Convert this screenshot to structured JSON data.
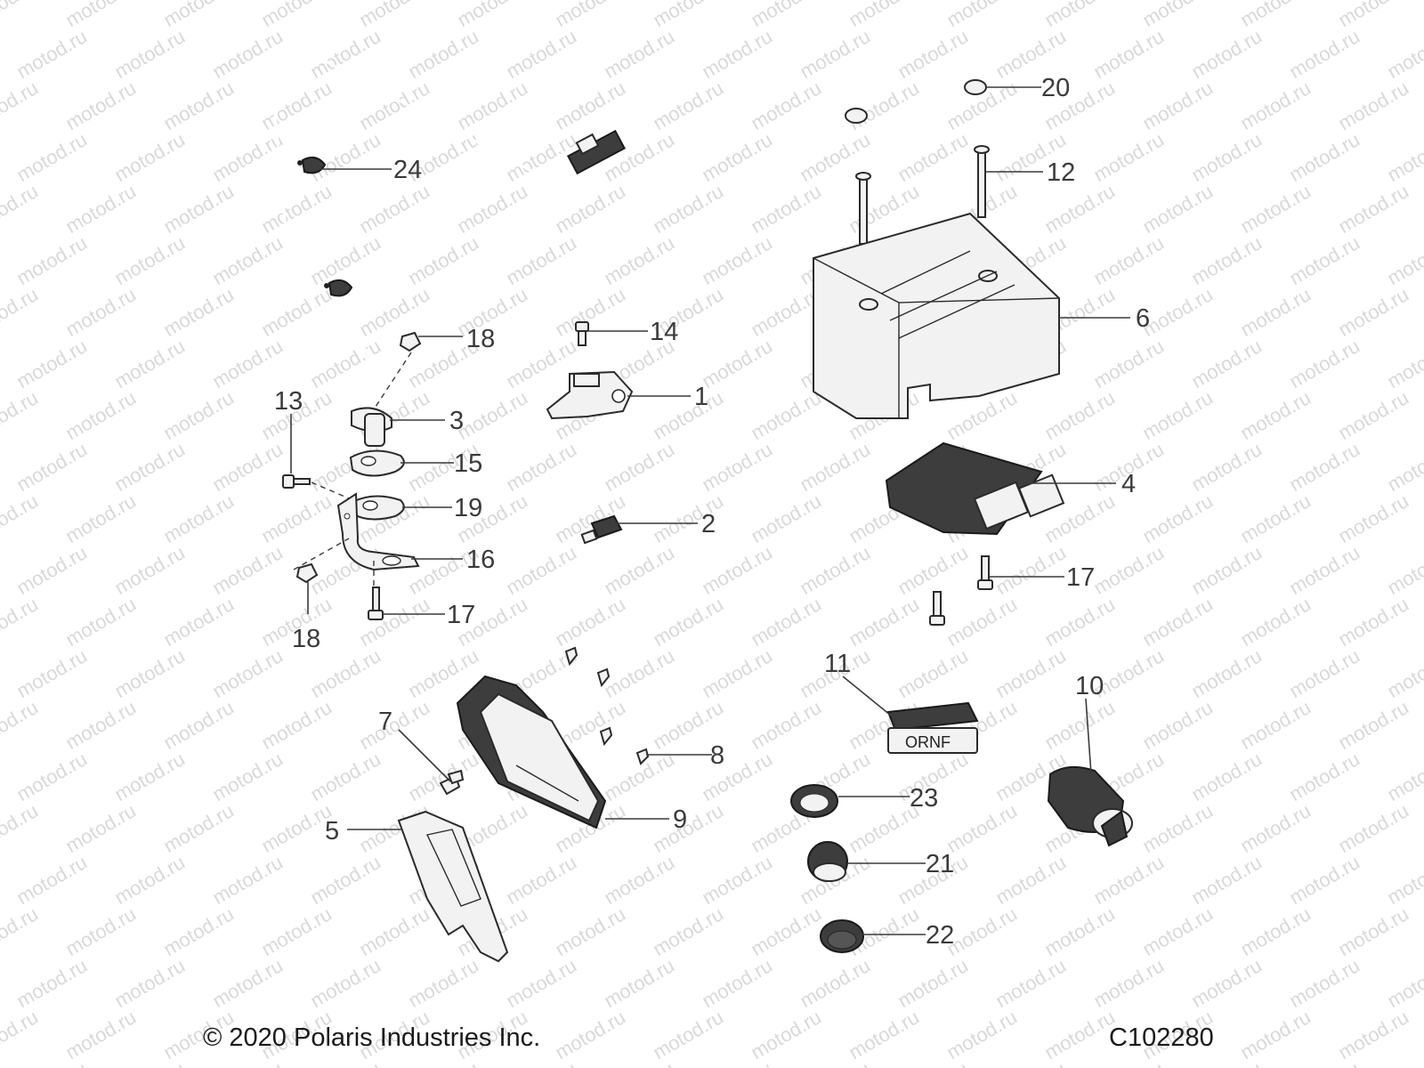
{
  "watermark": "motod.ru",
  "copyright": "© 2020 Polaris Industries Inc.",
  "diagram_code": "C102280",
  "callouts": {
    "c1": "1",
    "c2": "2",
    "c3": "3",
    "c4": "4",
    "c5": "5",
    "c6": "6",
    "c7": "7",
    "c8": "8",
    "c9": "9",
    "c10": "10",
    "c11": "11",
    "c12": "12",
    "c13": "13",
    "c14": "14",
    "c15": "15",
    "c16": "16",
    "c17a": "17",
    "c17b": "17",
    "c18a": "18",
    "c18b": "18",
    "c19": "19",
    "c20": "20",
    "c21": "21",
    "c22": "22",
    "c23": "23",
    "c24": "24"
  },
  "switch_legend": "ORNF",
  "colors": {
    "line": "#3a3a3a",
    "watermark": "#d9d9d9"
  }
}
